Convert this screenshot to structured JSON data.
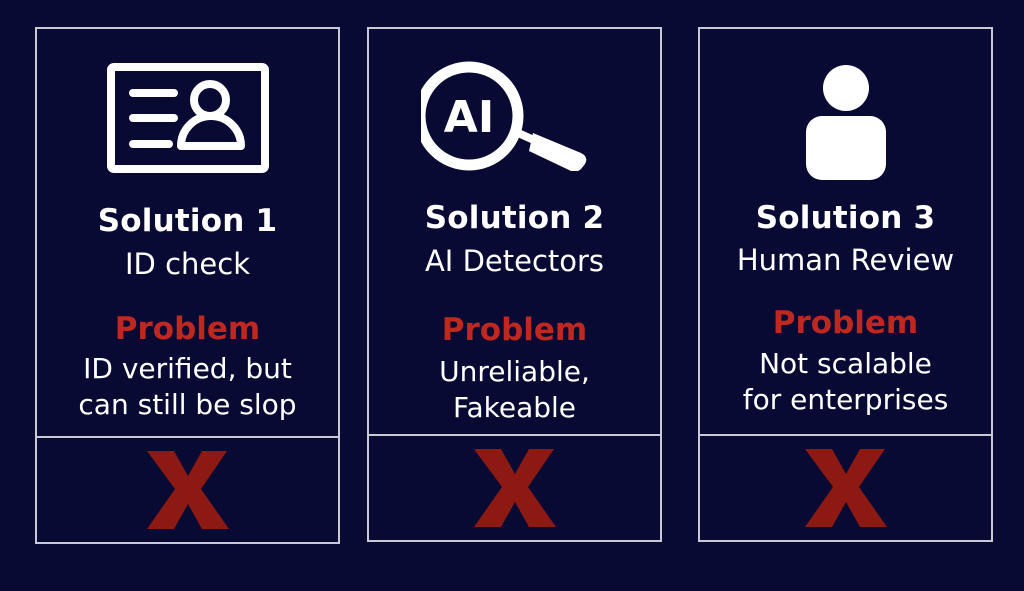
{
  "colors": {
    "background": "#080a33",
    "border": "#c8c9d4",
    "title": "#ffffff",
    "problem_label": "#c0281f",
    "x_mark": "#8c1a12"
  },
  "panels": [
    {
      "icon": "id-card-icon",
      "title": "Solution 1",
      "subtitle": "ID check",
      "problem_label": "Problem",
      "problem_lines": [
        "ID verified, but",
        "can still be slop"
      ],
      "verdict": "x-mark-icon"
    },
    {
      "icon": "ai-magnifier-icon",
      "icon_text": "AI",
      "title": "Solution 2",
      "subtitle": "AI Detectors",
      "problem_label": "Problem",
      "problem_lines": [
        "Unreliable,",
        "Fakeable"
      ],
      "verdict": "x-mark-icon"
    },
    {
      "icon": "person-icon",
      "title": "Solution 3",
      "subtitle": "Human Review",
      "problem_label": "Problem",
      "problem_lines": [
        "Not scalable",
        "for enterprises"
      ],
      "verdict": "x-mark-icon"
    }
  ]
}
